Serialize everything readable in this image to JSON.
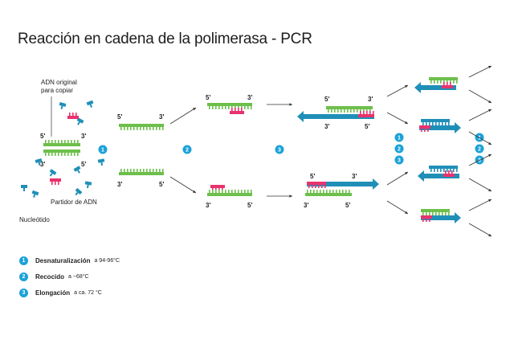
{
  "title": "Reacción en cadena de la polimerasa - PCR",
  "labels": {
    "original_dna": [
      "ADN original",
      "para copiar"
    ],
    "primer": "Partidor de ADN",
    "nucleotide": "Nucleótido"
  },
  "strand_ends": {
    "five": "5'",
    "three": "3'"
  },
  "step_numbers": [
    "1",
    "2",
    "3"
  ],
  "legend": [
    {
      "num": "1",
      "name": "Desnaturalización",
      "condition": "a 94-96°C"
    },
    {
      "num": "2",
      "name": "Recocido",
      "condition": "a ~68°C"
    },
    {
      "num": "3",
      "name": "Elongación",
      "condition": "a ca. 72 °C"
    }
  ],
  "colors": {
    "template_strand": "#6dbf4b",
    "new_strand": "#1f8fb8",
    "primer": "#e8336d",
    "step_badge": "#1ba2d8",
    "arrow": "#333333"
  }
}
